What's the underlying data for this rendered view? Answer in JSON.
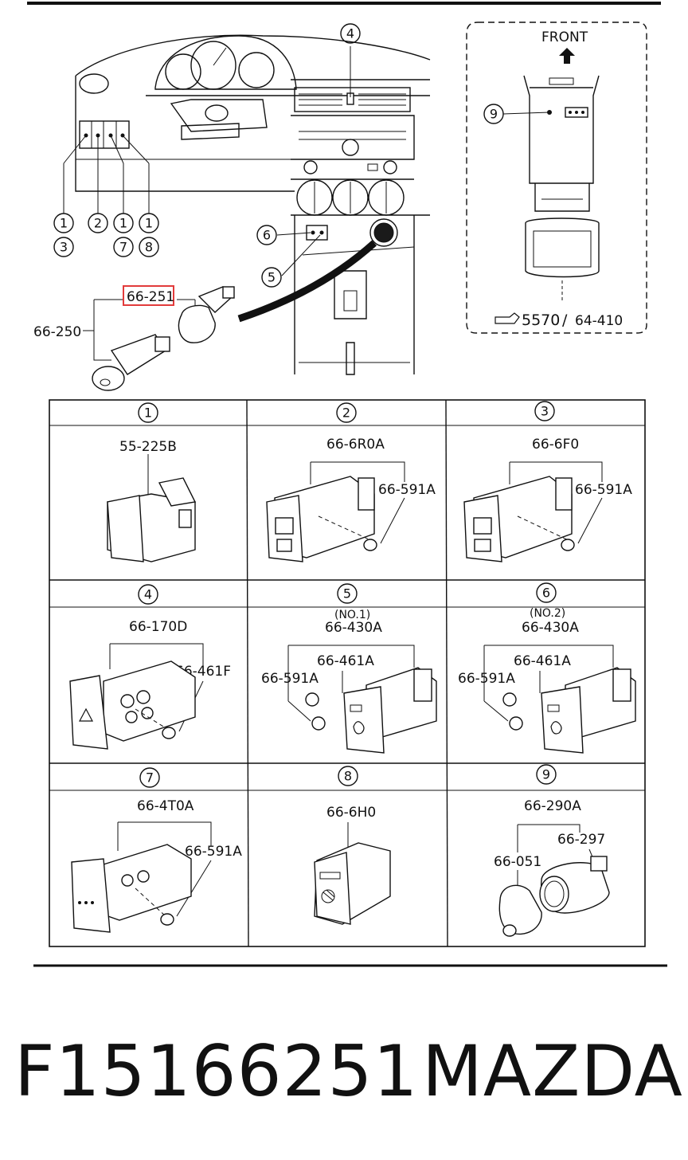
{
  "overview": {
    "callouts": [
      "4",
      "6",
      "5",
      "9"
    ],
    "stacked_callouts": [
      {
        "top": "1",
        "bottom": "3"
      },
      {
        "top": "2",
        "bottom": ""
      },
      {
        "top": "1",
        "bottom": "7"
      },
      {
        "top": "1",
        "bottom": "8"
      }
    ],
    "highlight_label": "66-251",
    "lighter_label": "66-250",
    "front_label": "FRONT",
    "ref_number": "5570",
    "ref_page": "64-410"
  },
  "grid": [
    {
      "num": "1",
      "labels": [
        "55-225B"
      ]
    },
    {
      "num": "2",
      "labels": [
        "66-6R0A",
        "66-591A"
      ]
    },
    {
      "num": "3",
      "labels": [
        "66-6F0",
        "66-591A"
      ]
    },
    {
      "num": "4",
      "labels": [
        "66-170D",
        "66-461F"
      ]
    },
    {
      "num": "5",
      "labels": [
        "(NO.1)",
        "66-430A",
        "66-461A",
        "66-591A"
      ]
    },
    {
      "num": "6",
      "labels": [
        "(NO.2)",
        "66-430A",
        "66-461A",
        "66-591A"
      ]
    },
    {
      "num": "7",
      "labels": [
        "66-4T0A",
        "66-591A"
      ]
    },
    {
      "num": "8",
      "labels": [
        "66-6H0"
      ]
    },
    {
      "num": "9",
      "labels": [
        "66-290A",
        "66-297",
        "66-051"
      ]
    }
  ],
  "footer": {
    "part_number": "F15166251",
    "brand": "MAZDA"
  },
  "colors": {
    "highlight": "#e23b3b",
    "ink": "#111111"
  }
}
